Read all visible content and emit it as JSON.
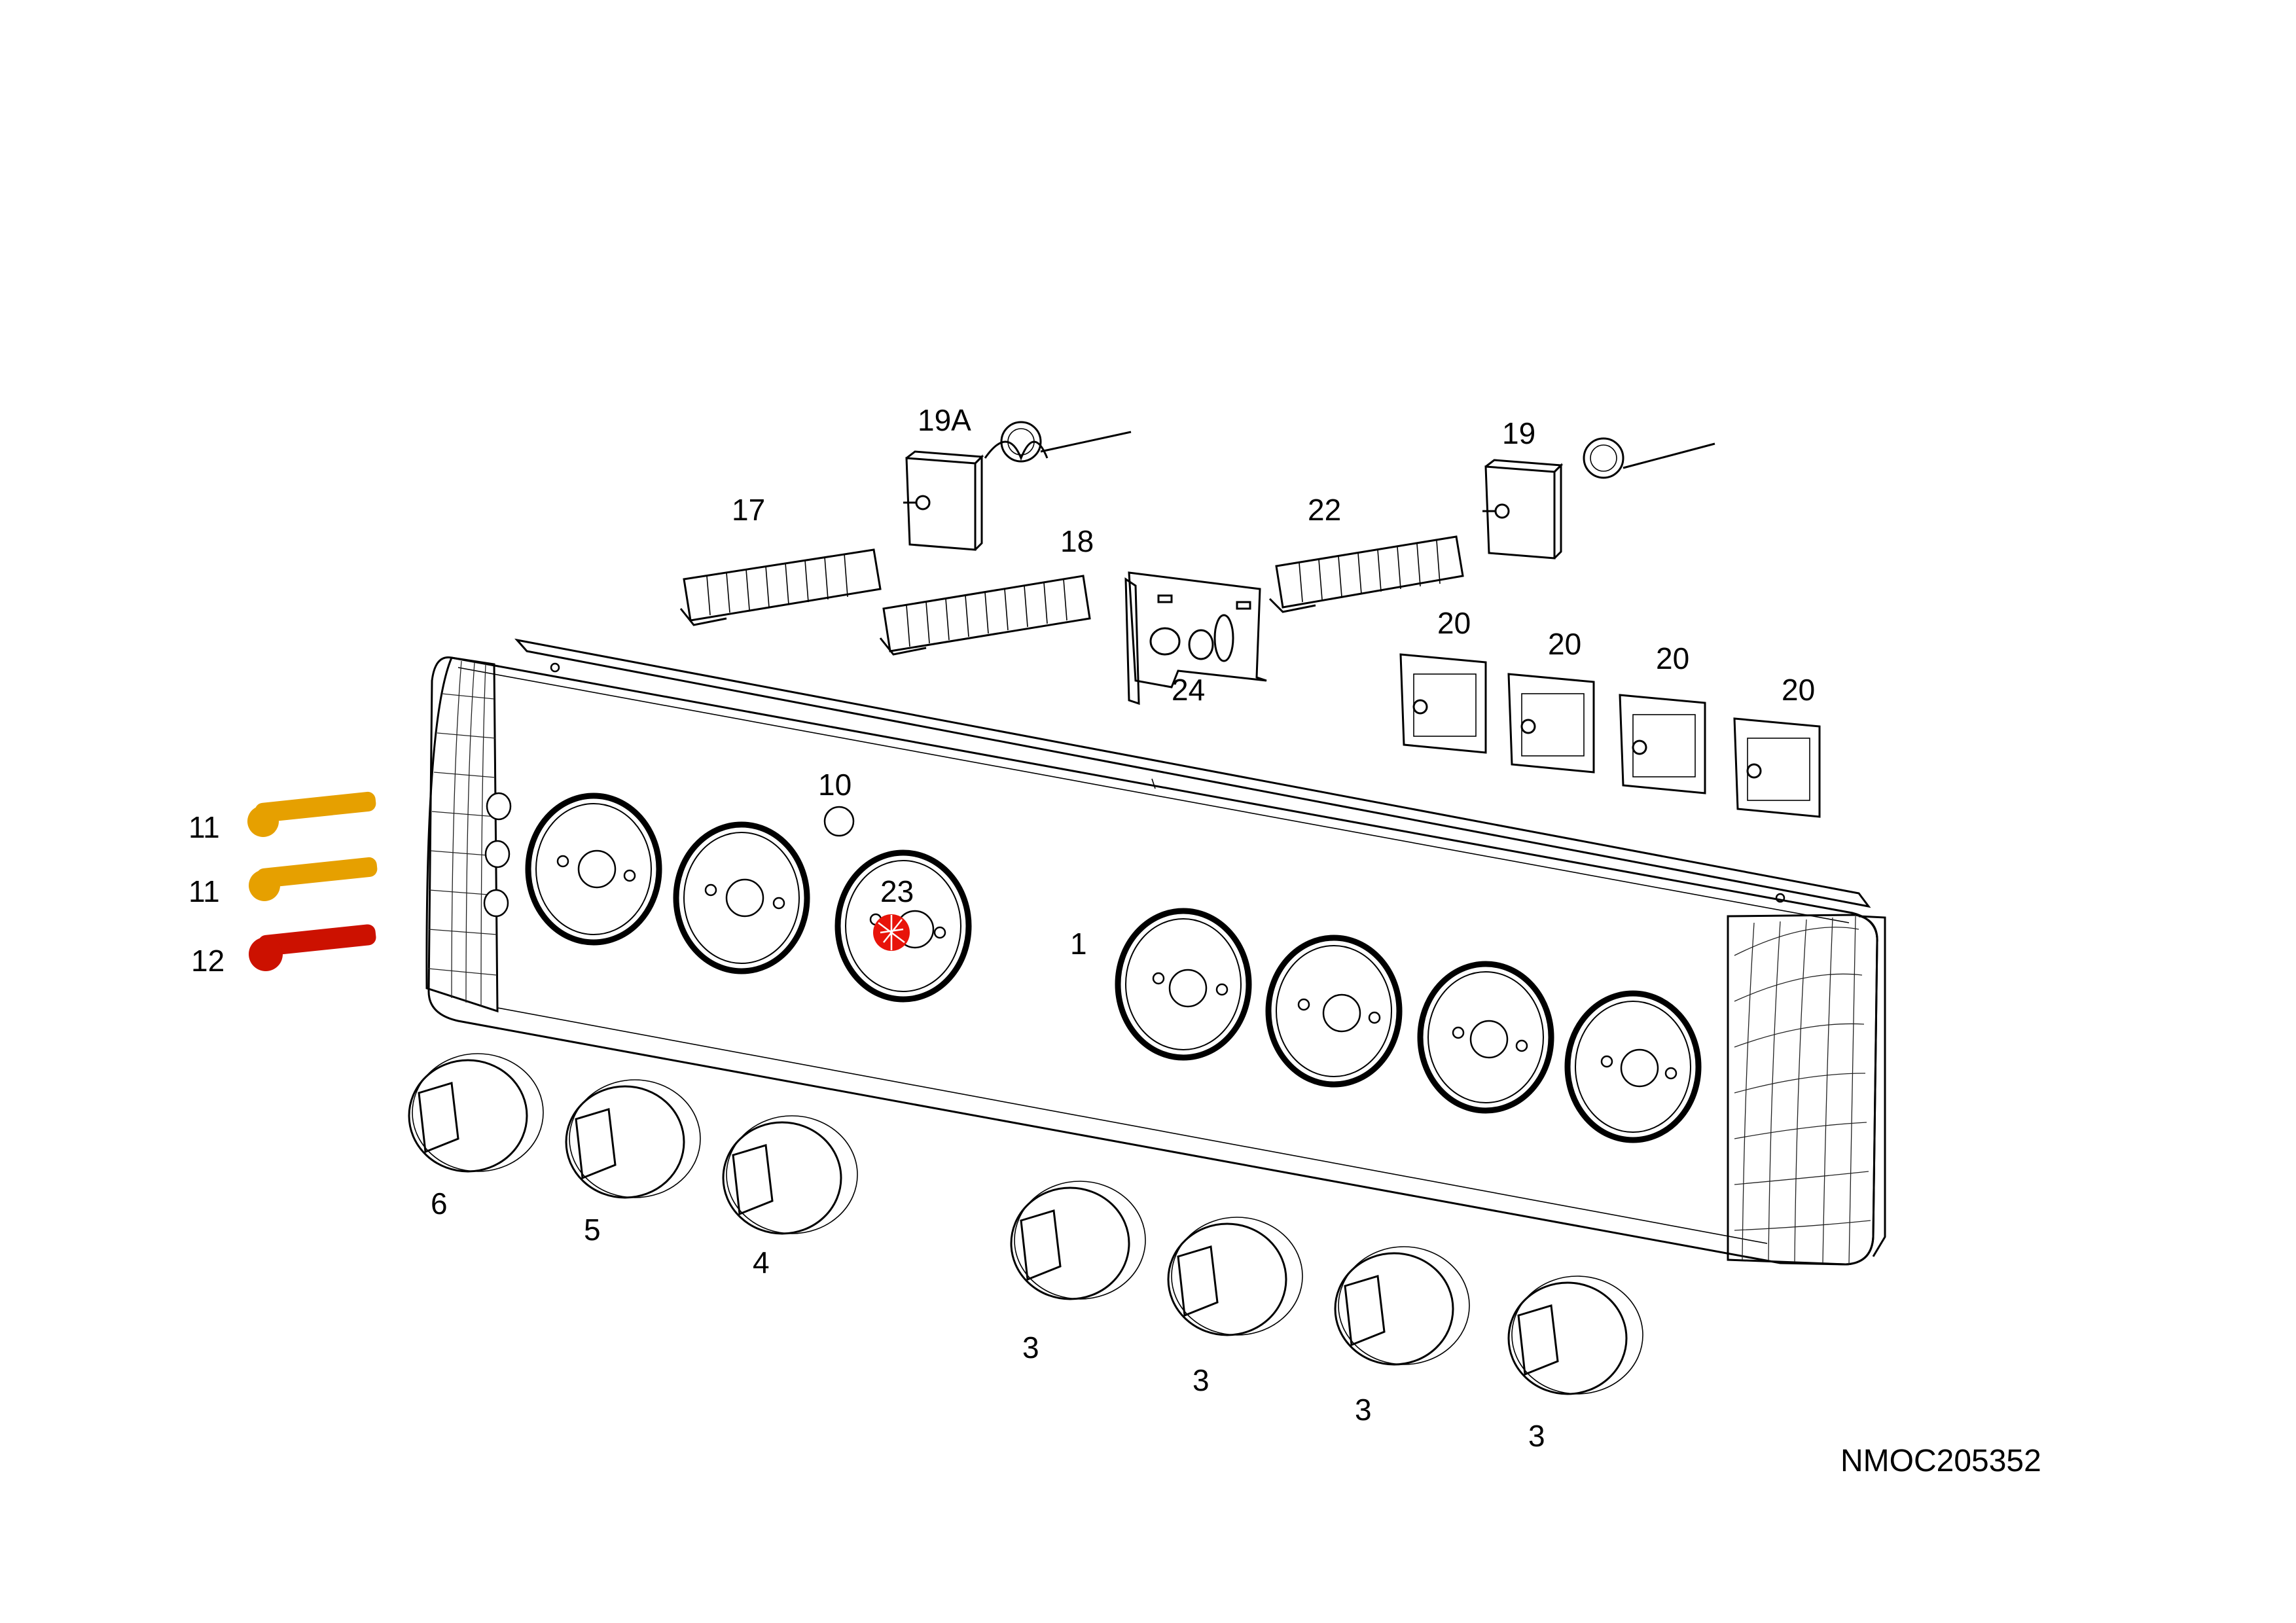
{
  "drawing_reference": "NMOC205352",
  "colors": {
    "lamp_amber": "#E6A000",
    "lamp_red": "#CC1100",
    "highlight_red": "#E8140A",
    "line": "#000000"
  },
  "callouts": [
    {
      "id": "c19a",
      "text": "19A"
    },
    {
      "id": "c17",
      "text": "17"
    },
    {
      "id": "c18",
      "text": "18"
    },
    {
      "id": "c22",
      "text": "22"
    },
    {
      "id": "c19",
      "text": "19"
    },
    {
      "id": "c24",
      "text": "24"
    },
    {
      "id": "c20a",
      "text": "20"
    },
    {
      "id": "c20b",
      "text": "20"
    },
    {
      "id": "c20c",
      "text": "20"
    },
    {
      "id": "c20d",
      "text": "20"
    },
    {
      "id": "c10",
      "text": "10"
    },
    {
      "id": "c11a",
      "text": "11"
    },
    {
      "id": "c11b",
      "text": "11"
    },
    {
      "id": "c12",
      "text": "12"
    },
    {
      "id": "c23",
      "text": "23"
    },
    {
      "id": "c1",
      "text": "1"
    },
    {
      "id": "c6",
      "text": "6"
    },
    {
      "id": "c5",
      "text": "5"
    },
    {
      "id": "c4",
      "text": "4"
    },
    {
      "id": "c3a",
      "text": "3"
    },
    {
      "id": "c3b",
      "text": "3"
    },
    {
      "id": "c3c",
      "text": "3"
    },
    {
      "id": "c3d",
      "text": "3"
    }
  ]
}
